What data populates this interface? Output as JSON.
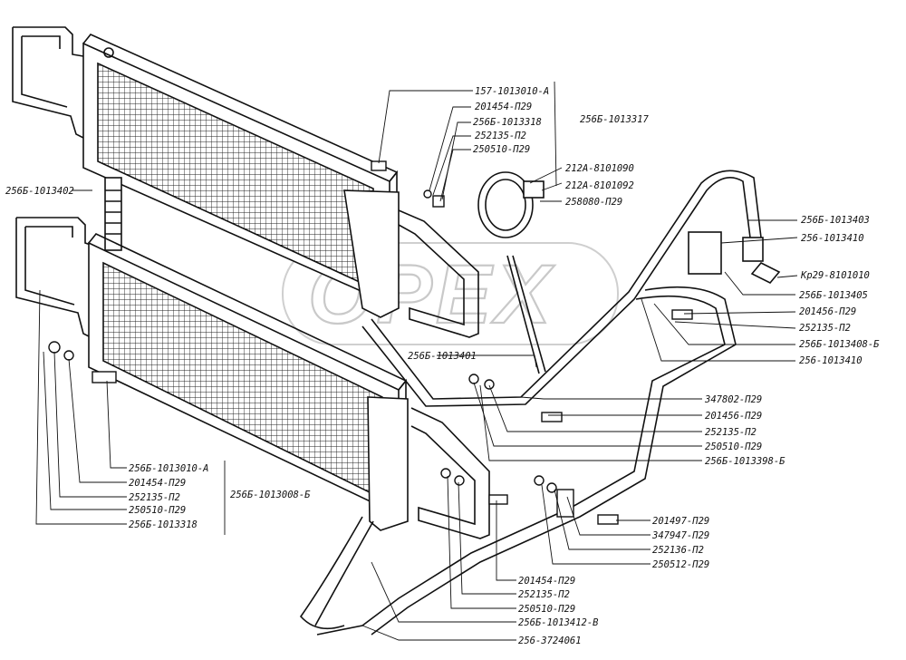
{
  "watermark": "OPEX",
  "labels": {
    "l01": "157-1013010-A",
    "l02": "201454-П29",
    "l03": "256Б-1013318",
    "l04": "252135-П2",
    "l05": "250510-П29",
    "l06": "256Б-1013317",
    "l07": "212А-8101090",
    "l08": "212А-8101092",
    "l09": "258080-П29",
    "l10": "256Б-1013402",
    "l11": "256Б-1013403",
    "l12": "256-1013410",
    "l13": "Кр29-8101010",
    "l14": "256Б-1013405",
    "l15": "201456-П29",
    "l16": "252135-П2",
    "l17": "256Б-1013408-Б",
    "l18": "256Б-1013401",
    "l19": "256-1013410",
    "l20": "347802-П29",
    "l21": "201456-П29",
    "l22": "252135-П2",
    "l23": "250510-П29",
    "l24": "256Б-1013398-Б",
    "l25": "256Б-1013010-А",
    "l26": "201454-П29",
    "l27": "252135-П2",
    "l28": "250510-П29",
    "l29": "256Б-1013318",
    "l30": "256Б-1013008-Б",
    "l31": "201497-П29",
    "l32": "347947-П29",
    "l33": "252136-П2",
    "l34": "250512-П29",
    "l35": "201454-П29",
    "l36": "252135-П2",
    "l37": "250510-П29",
    "l38": "256Б-1013412-В",
    "l39": "256-3724061"
  }
}
